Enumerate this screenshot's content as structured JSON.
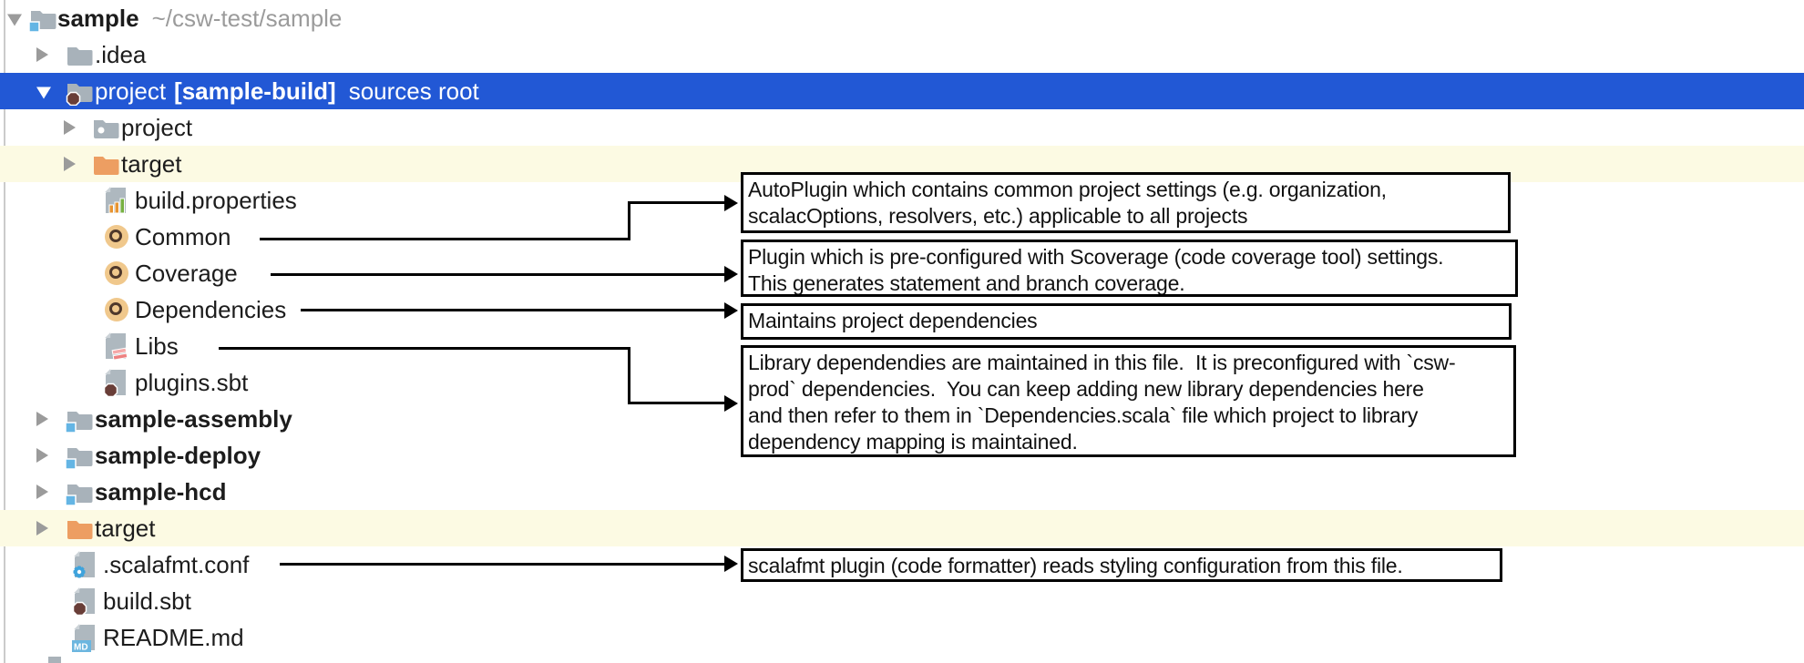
{
  "panel": {
    "title": "IntelliJ project tree with annotations",
    "colors": {
      "selection_blue": "#2258d5",
      "highlight_yellow": "#fcfae3",
      "folder_gray": "#a8b2ba",
      "folder_orange": "#ed9e62",
      "module_badge_blue": "#64b5e4",
      "sbt_badge_brown": "#693e38",
      "scala_object_tan": "#f0c88c",
      "markdown_badge_blue": "#6cb6df",
      "gear_blue": "#3fa3dc",
      "path_gray": "#9b9b9b",
      "arrow_black": "#000000"
    }
  },
  "tree": {
    "rows": [
      {
        "label": "sample",
        "suffix": "~/csw-test/sample",
        "icon": "project-root-folder",
        "toggle": "expanded"
      },
      {
        "label": ".idea",
        "icon": "folder",
        "toggle": "collapsed"
      },
      {
        "label": "project",
        "badge": "[sample-build]",
        "suffix": "sources root",
        "icon": "sbt-sources-folder",
        "toggle": "expanded",
        "selected": true
      },
      {
        "label": "project",
        "icon": "build-folder",
        "toggle": "collapsed"
      },
      {
        "label": "target",
        "icon": "excluded-folder",
        "toggle": "collapsed",
        "highlighted": true
      },
      {
        "label": "build.properties",
        "icon": "properties-file"
      },
      {
        "label": "Common",
        "icon": "scala-object"
      },
      {
        "label": "Coverage",
        "icon": "scala-object"
      },
      {
        "label": "Dependencies",
        "icon": "scala-object"
      },
      {
        "label": "Libs",
        "icon": "scala-file"
      },
      {
        "label": "plugins.sbt",
        "icon": "sbt-file"
      },
      {
        "label": "sample-assembly",
        "icon": "module-folder",
        "toggle": "collapsed"
      },
      {
        "label": "sample-deploy",
        "icon": "module-folder",
        "toggle": "collapsed"
      },
      {
        "label": "sample-hcd",
        "icon": "module-folder",
        "toggle": "collapsed"
      },
      {
        "label": "target",
        "icon": "excluded-folder",
        "toggle": "collapsed",
        "highlighted": true
      },
      {
        "label": ".scalafmt.conf",
        "icon": "scalafmt-config-file"
      },
      {
        "label": "build.sbt",
        "icon": "sbt-file"
      },
      {
        "label": "README.md",
        "icon": "markdown-file"
      }
    ]
  },
  "annotations": {
    "boxes": [
      {
        "target": "Common",
        "lines": [
          "AutoPlugin which contains common project settings (e.g. organization,",
          "scalacOptions, resolvers, etc.) applicable to all projects"
        ]
      },
      {
        "target": "Coverage",
        "lines": [
          "Plugin which is pre-configured with Scoverage (code coverage tool) settings.",
          "This generates statement and branch coverage."
        ]
      },
      {
        "target": "Dependencies",
        "lines": [
          "Maintains project dependencies"
        ]
      },
      {
        "target": "Libs",
        "lines": [
          "Library dependendies are maintained in this file.  It is preconfigured with `csw-",
          "prod` dependencies.  You can keep adding new library dependencies here",
          "and then refer to them in `Dependencies.scala` file which project to library",
          "dependency mapping is maintained."
        ]
      },
      {
        "target": ".scalafmt.conf",
        "lines": [
          "scalafmt plugin (code formatter) reads styling configuration from this file."
        ]
      }
    ]
  }
}
